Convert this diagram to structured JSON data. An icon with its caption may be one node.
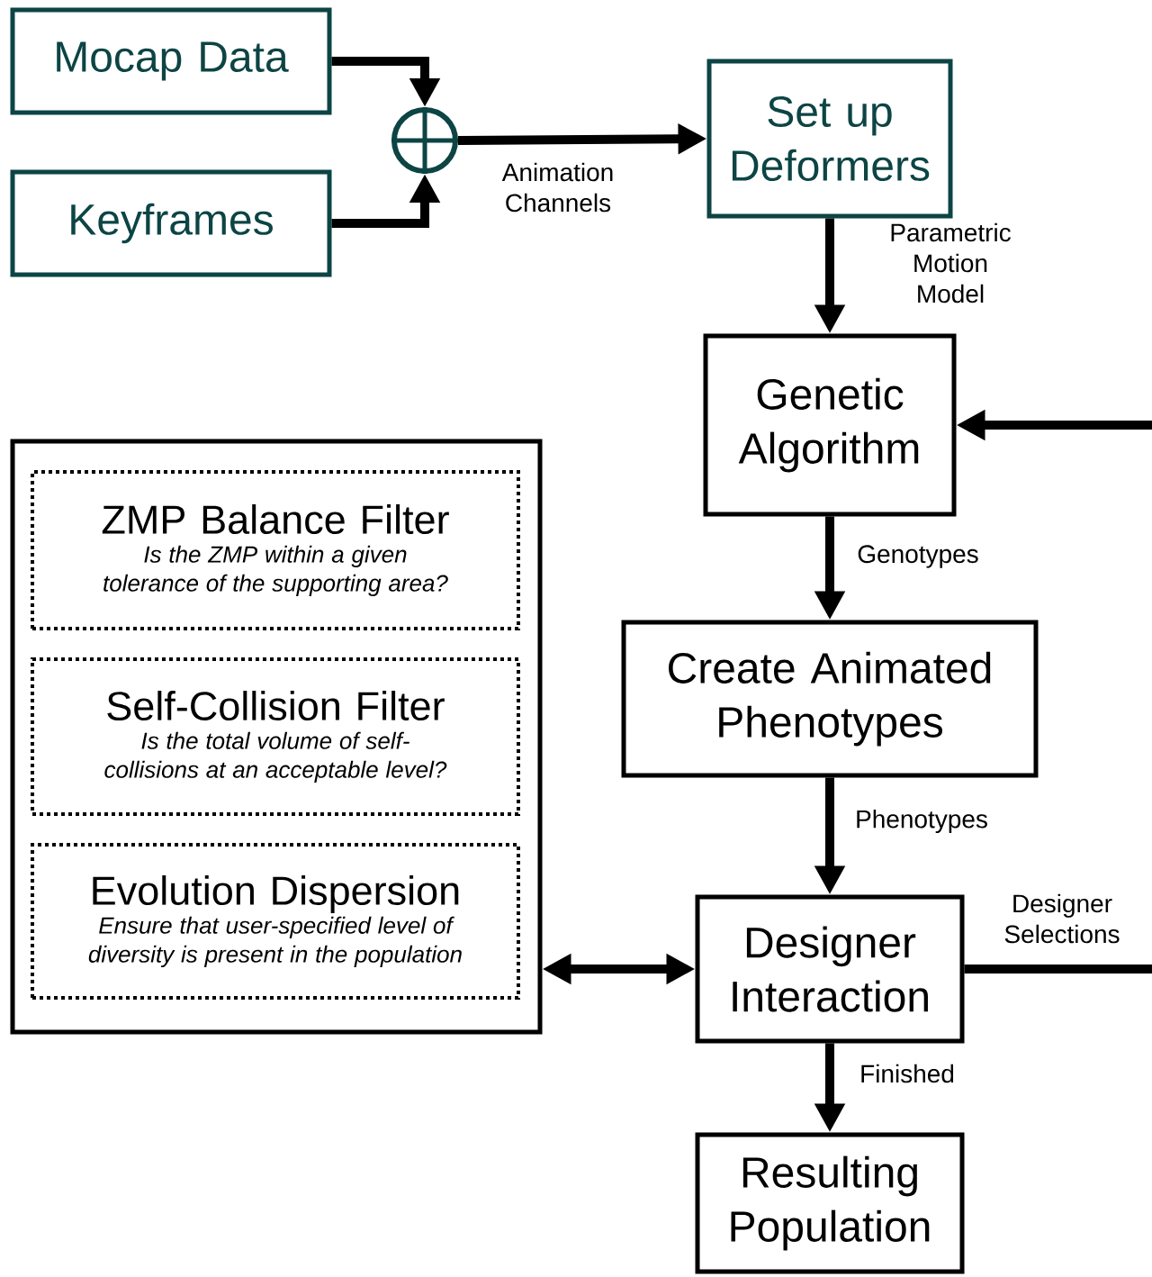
{
  "diagram": {
    "nodes": [
      {
        "text": [
          "Mocap Data"
        ]
      },
      {
        "text": [
          "Keyframes"
        ]
      },
      {
        "text": [],
        "shape": "circle"
      },
      {
        "text": [
          "Set up Deformers"
        ]
      },
      {
        "text": [
          "Genetic Algorithm"
        ]
      },
      {
        "text": [
          "Create Animated Phenotypes"
        ]
      },
      {
        "text": [],
        "shape": "box"
      },
      {
        "text": [
          "ZMP Balance Filter",
          "Is the ZMP within a given tolerance of the supporting area?"
        ],
        "in": 6
      },
      {
        "text": [
          "Self-Collision Filter",
          "Is the total volume of self-collisions at an acceptable level?"
        ],
        "in": 6
      },
      {
        "text": [
          "Evolution Dispersion",
          "Ensure that user-specified level of diversity is present in the population"
        ],
        "in": 6
      },
      {
        "text": [
          "Designer Interaction"
        ]
      },
      {
        "text": [
          "Resulting Population"
        ]
      }
    ],
    "edges": [
      {
        "from": 0,
        "to": 2,
        "arrow": "to"
      },
      {
        "from": 1,
        "to": 2,
        "arrow": "to"
      },
      {
        "from": 2,
        "to": 3,
        "arrow": "to",
        "label": "Animation Channels"
      },
      {
        "from": 3,
        "to": 4,
        "arrow": "to",
        "label": "Parametric Motion Model"
      },
      {
        "from": 4,
        "to": 5,
        "arrow": "to",
        "label": "Genotypes"
      },
      {
        "from": 5,
        "to": 10,
        "arrow": "to",
        "label": "Phenotypes"
      },
      {
        "from": 10,
        "to": 6,
        "arrow": "both"
      },
      {
        "from": 10,
        "to": 4,
        "arrow": "to",
        "label": "Designer Selections"
      },
      {
        "from": 10,
        "to": 11,
        "arrow": "to",
        "label": "Finished"
      }
    ]
  }
}
